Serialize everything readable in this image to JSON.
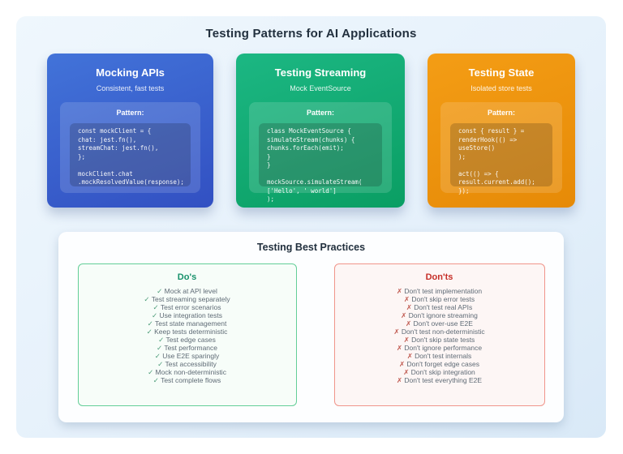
{
  "page": {
    "title": "Testing Patterns for AI Applications",
    "background_accent": "#e6f1fb"
  },
  "cards": [
    {
      "title": "Mocking APIs",
      "subtitle": "Consistent, fast tests",
      "pattern_label": "Pattern:",
      "code": [
        "const mockClient = {",
        "chat: jest.fn(),",
        "streamChat: jest.fn(),",
        "};",
        "",
        "mockClient.chat",
        ".mockResolvedValue(response);"
      ],
      "colors": {
        "from": "#4273d9",
        "to": "#3250c2"
      }
    },
    {
      "title": "Testing Streaming",
      "subtitle": "Mock EventSource",
      "pattern_label": "Pattern:",
      "code": [
        "class MockEventSource {",
        "simulateStream(chunks) {",
        "chunks.forEach(emit);",
        "}",
        "}",
        "",
        "mockSource.simulateStream(",
        "['Hello', ' world']",
        ");"
      ],
      "colors": {
        "from": "#1cb783",
        "to": "#0a9e63"
      }
    },
    {
      "title": "Testing State",
      "subtitle": "Isolated store tests",
      "pattern_label": "Pattern:",
      "code": [
        "const { result } =",
        "renderHook(() =>",
        "useStore()",
        ");",
        "",
        "act(() => {",
        "result.current.add();",
        "});"
      ],
      "colors": {
        "from": "#f49d15",
        "to": "#e68a07"
      }
    }
  ],
  "best_practices": {
    "title": "Testing Best Practices",
    "dos": {
      "title": "Do's",
      "accent_color": "#17916a",
      "border_color": "#63ce98",
      "mark": "✓",
      "items": [
        "Mock at API level",
        "Test streaming separately",
        "Test error scenarios",
        "Use integration tests",
        "Test state management",
        "Keep tests deterministic",
        "Test edge cases",
        "Test performance",
        "Use E2E sparingly",
        "Test accessibility",
        "Mock non-deterministic",
        "Test complete flows"
      ]
    },
    "donts": {
      "title": "Don'ts",
      "accent_color": "#c62f28",
      "border_color": "#f0958b",
      "mark": "✗",
      "items": [
        "Don't test implementation",
        "Don't skip error tests",
        "Don't test real APIs",
        "Don't ignore streaming",
        "Don't over-use E2E",
        "Don't test non-deterministic",
        "Don't skip state tests",
        "Don't ignore performance",
        "Don't test internals",
        "Don't forget edge cases",
        "Don't skip integration",
        "Don't test everything E2E"
      ]
    }
  }
}
